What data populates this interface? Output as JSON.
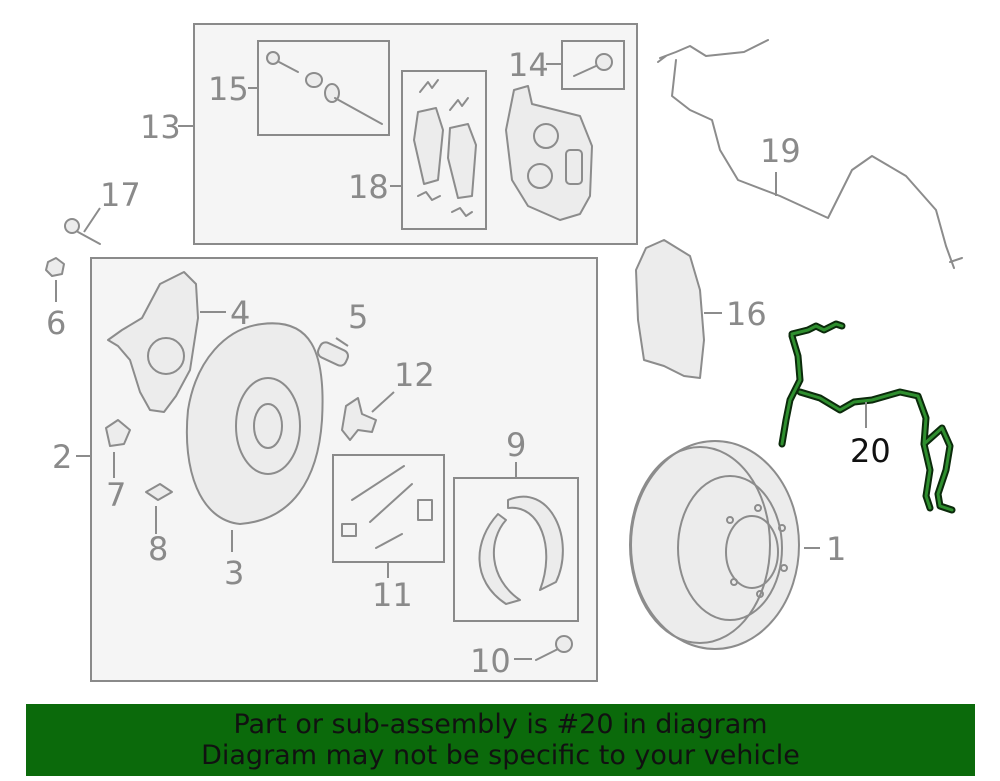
{
  "callouts": {
    "c1": "1",
    "c2": "2",
    "c3": "3",
    "c4": "4",
    "c5": "5",
    "c6": "6",
    "c7": "7",
    "c8": "8",
    "c9": "9",
    "c10": "10",
    "c11": "11",
    "c12": "12",
    "c13": "13",
    "c14": "14",
    "c15": "15",
    "c16": "16",
    "c17": "17",
    "c18": "18",
    "c19": "19",
    "c20": "20"
  },
  "highlight": {
    "part": "20",
    "color": "#2f8f2f"
  },
  "banner": {
    "line1": "Part or sub-assembly is #20 in diagram",
    "line2": "Diagram may not be specific to your vehicle",
    "background": "#0b6a0b"
  }
}
